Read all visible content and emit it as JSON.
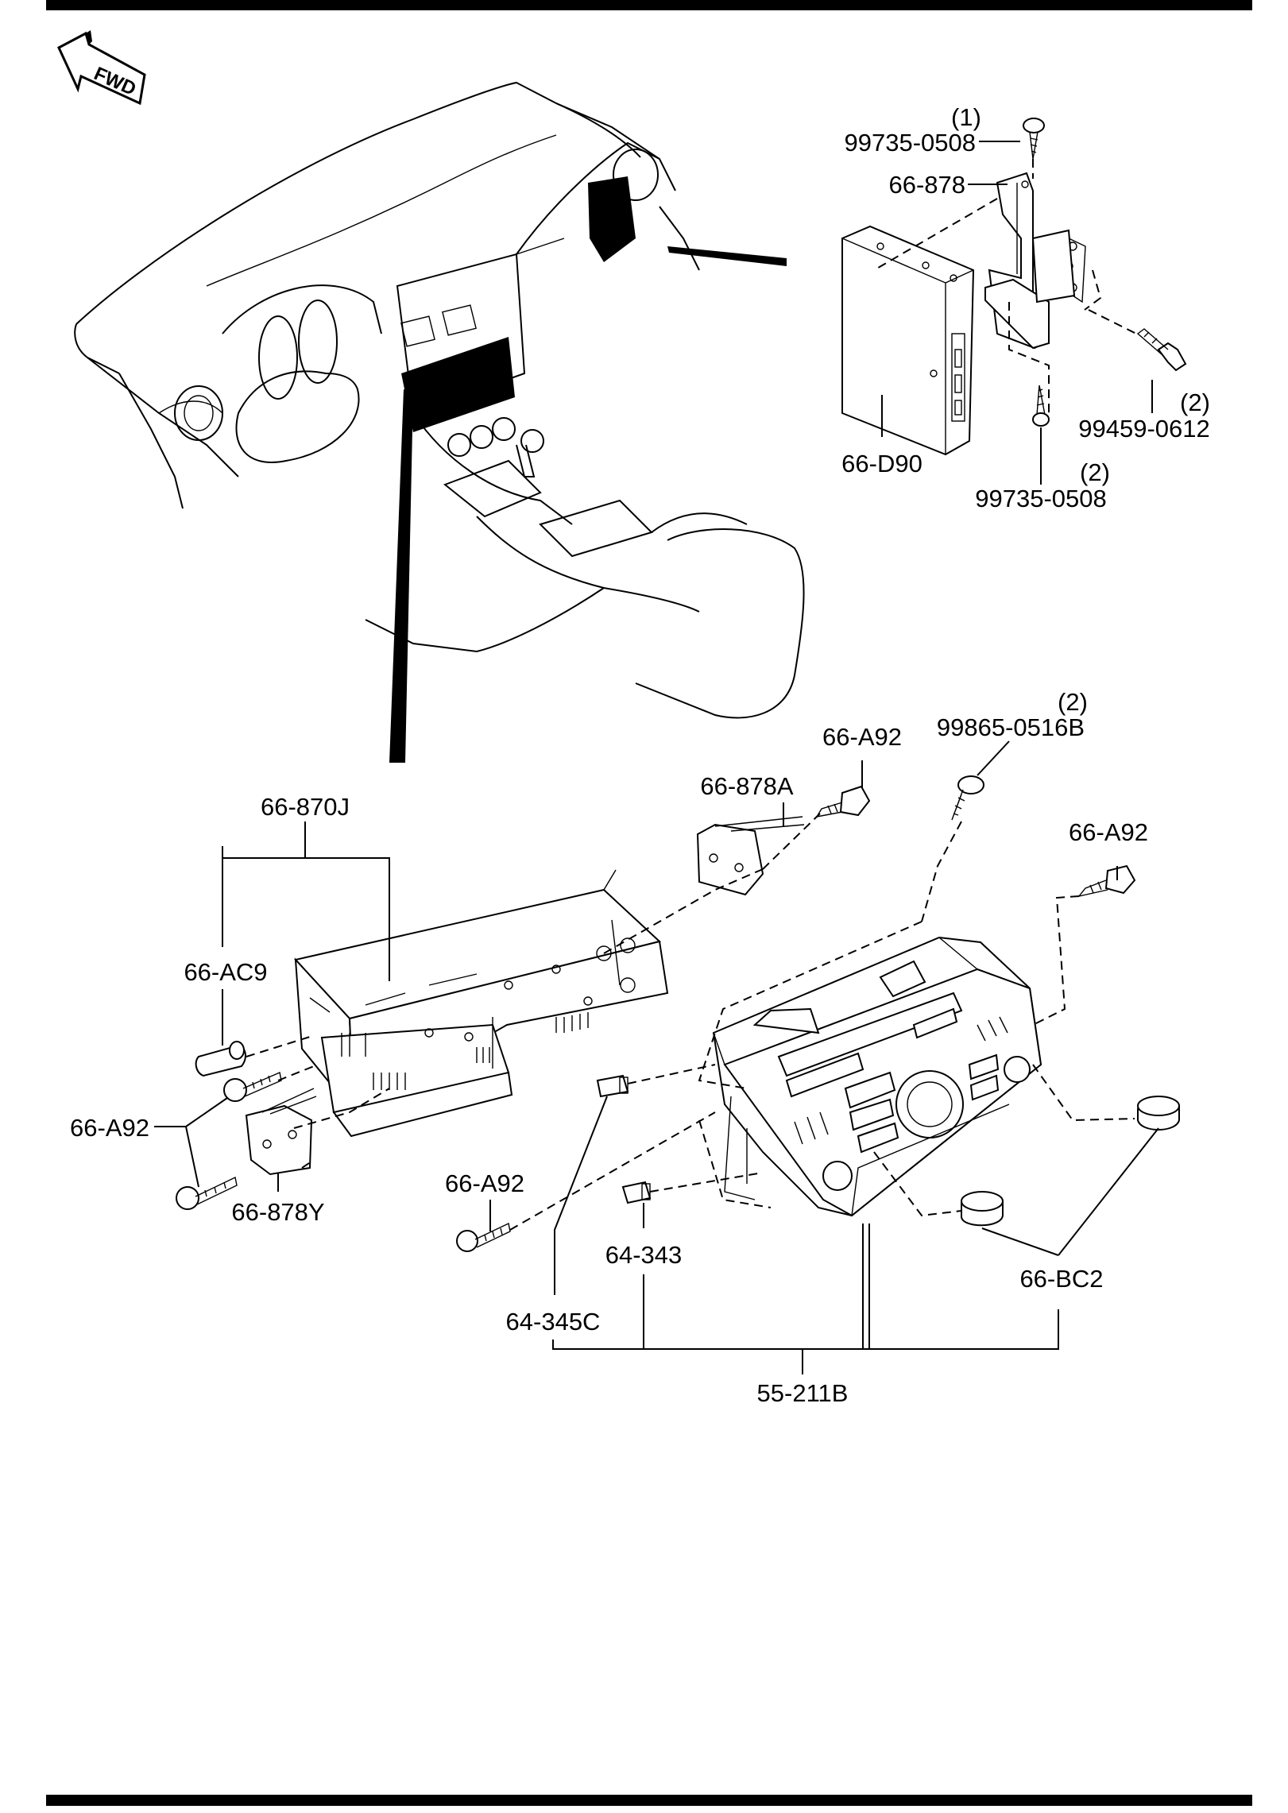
{
  "fwd_label": "FWD",
  "labels": {
    "qty_99735_top": "(1)",
    "p_99735_top": "99735-0508",
    "p_66_878": "66-878",
    "p_66_D90": "66-D90",
    "qty_99735_bot": "(2)",
    "p_99735_bot": "99735-0508",
    "qty_99459": "(2)",
    "p_99459": "99459-0612",
    "qty_99865": "(2)",
    "p_99865": "99865-0516B",
    "p_66_A92_top": "66-A92",
    "p_66_878A": "66-878A",
    "p_66_A92_right": "66-A92",
    "p_66_870J": "66-870J",
    "p_66_AC9": "66-AC9",
    "p_66_A92_left": "66-A92",
    "p_66_878Y": "66-878Y",
    "p_66_A92_mid": "66-A92",
    "p_64_343": "64-343",
    "p_64_345C": "64-345C",
    "p_66_BC2": "66-BC2",
    "p_55_211B": "55-211B"
  }
}
